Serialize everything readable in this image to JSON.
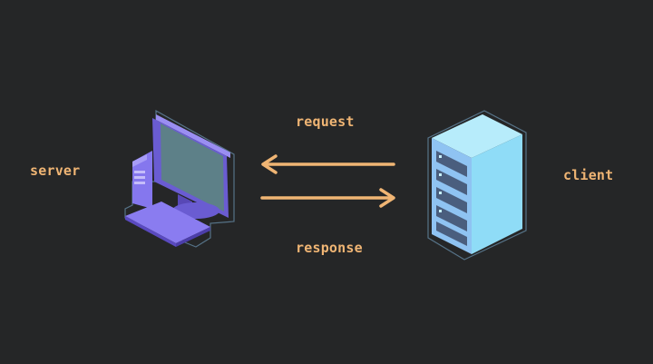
{
  "diagram": {
    "nodes": {
      "left": {
        "label": "server",
        "icon": "desktop-computer-icon"
      },
      "right": {
        "label": "client",
        "icon": "server-rack-icon"
      }
    },
    "edges": {
      "top": {
        "label": "request",
        "direction": "right-to-left"
      },
      "bottom": {
        "label": "response",
        "direction": "left-to-right"
      }
    }
  },
  "colors": {
    "background": "#252627",
    "text": "#f0b574",
    "arrow": "#f0b574",
    "monitor_purple": "#7b6be6",
    "screen": "#5d8088",
    "rack_blue": "#8fdcf7"
  }
}
